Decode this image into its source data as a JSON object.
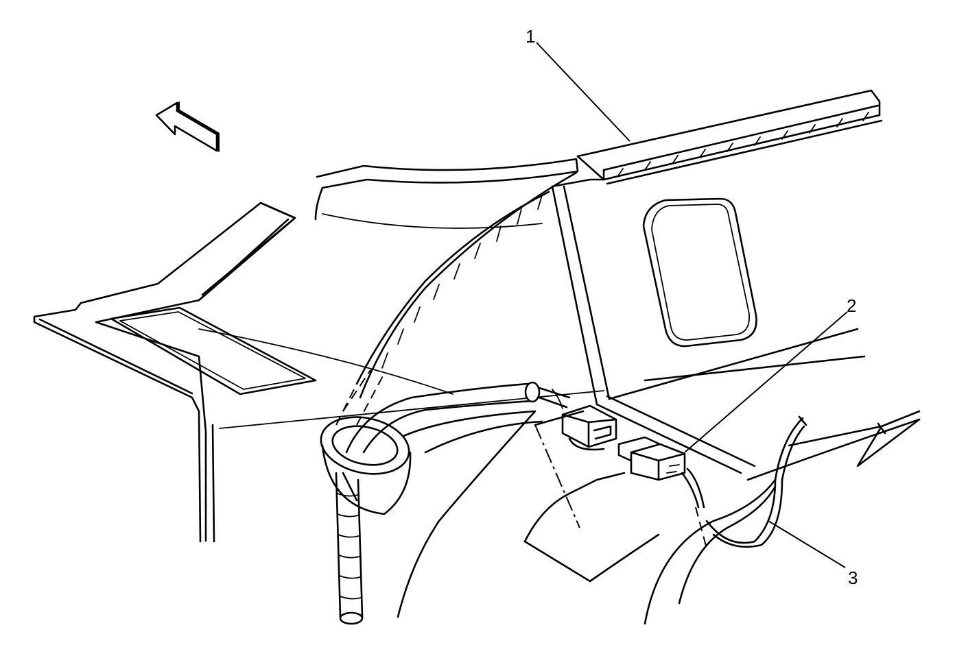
{
  "callouts": [
    {
      "id": "1",
      "label": "1"
    },
    {
      "id": "2",
      "label": "2"
    },
    {
      "id": "3",
      "label": "3"
    }
  ],
  "icons": [
    "direction-arrow-icon"
  ],
  "colors": {
    "ink": "#000000",
    "paper": "#ffffff"
  }
}
